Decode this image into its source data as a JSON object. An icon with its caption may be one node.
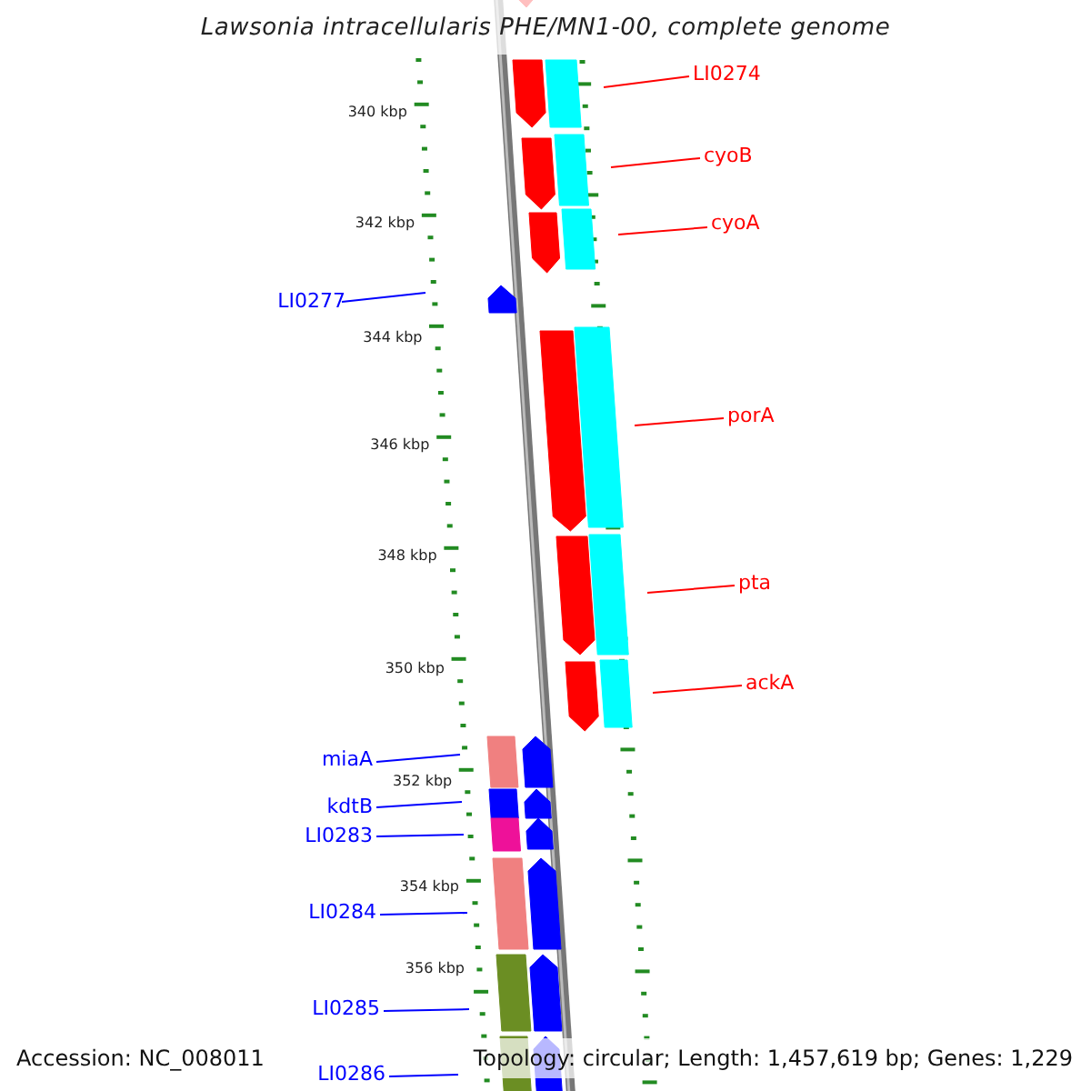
{
  "diagram": {
    "title": "Lawsonia intracellularis PHE/MN1-00, complete genome",
    "nodes": [
      {
        "text": [
          "LI0274"
        ]
      },
      {
        "text": [
          "cyoB"
        ]
      },
      {
        "text": [
          "cyoA"
        ]
      },
      {
        "text": [
          "LI0277"
        ]
      },
      {
        "text": [
          "porA"
        ]
      },
      {
        "text": [
          "pta"
        ]
      },
      {
        "text": [
          "ackA"
        ]
      },
      {
        "text": [
          "miaA"
        ]
      },
      {
        "text": [
          "kdtB"
        ]
      },
      {
        "text": [
          "LI0283"
        ]
      },
      {
        "text": [
          "LI0284"
        ]
      },
      {
        "text": [
          "LI0285"
        ]
      },
      {
        "text": [
          "LI0286"
        ]
      }
    ],
    "edges": [
      {
        "from": 0,
        "to": null,
        "arrow": "none",
        "color": "#ff0000"
      },
      {
        "from": 1,
        "to": null,
        "arrow": "none",
        "color": "#ff0000"
      },
      {
        "from": 2,
        "to": null,
        "arrow": "none",
        "color": "#ff0000"
      },
      {
        "from": 3,
        "to": null,
        "arrow": "none"
      },
      {
        "from": 4,
        "to": null,
        "arrow": "none",
        "color": "#ff0000"
      },
      {
        "from": 5,
        "to": null,
        "arrow": "none",
        "color": "#ff0000"
      },
      {
        "from": 6,
        "to": null,
        "arrow": "none",
        "color": "#ff0000"
      },
      {
        "from": 7,
        "to": null,
        "arrow": "none"
      },
      {
        "from": 8,
        "to": null,
        "arrow": "none"
      },
      {
        "from": 9,
        "to": null,
        "arrow": "none"
      },
      {
        "from": 10,
        "to": null,
        "arrow": "none"
      },
      {
        "from": 11,
        "to": null,
        "arrow": "none"
      },
      {
        "from": 12,
        "to": null,
        "arrow": "none"
      }
    ],
    "labels": [
      "340 kbp",
      "342 kbp",
      "344 kbp",
      "346 kbp",
      "348 kbp",
      "350 kbp",
      "352 kbp",
      "354 kbp",
      "356 kbp",
      "Accession: NC_008011",
      "Topology: circular; Length: 1,457,619 bp; Genes: 1,229"
    ]
  }
}
